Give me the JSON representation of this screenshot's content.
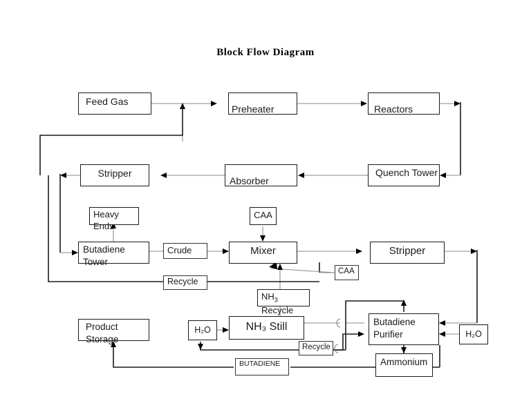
{
  "title": "Block  Flow Diagram",
  "blocks": [
    {
      "name": "feed-gas",
      "label": "Feed Gas"
    },
    {
      "name": "preheater",
      "label": "Preheater"
    },
    {
      "name": "reactors",
      "label": "Reactors"
    },
    {
      "name": "stripper-top",
      "label": "Stripper"
    },
    {
      "name": "absorber",
      "label": "Absorber"
    },
    {
      "name": "quench-tower",
      "label": "Quench Tower"
    },
    {
      "name": "heavy-ends",
      "label": "Heavy Ends"
    },
    {
      "name": "caa-top",
      "label": "CAA"
    },
    {
      "name": "butadiene-tower",
      "label": "Butadiene Tower"
    },
    {
      "name": "mixer",
      "label": "Mixer"
    },
    {
      "name": "stripper-mid",
      "label": "Stripper"
    },
    {
      "name": "nh3-recycle",
      "label": "NH3 Recycle"
    },
    {
      "name": "product-storage",
      "label": "Product Storage"
    },
    {
      "name": "water-left",
      "label": "H₂O"
    },
    {
      "name": "nh3-still",
      "label": "NH₃ Still"
    },
    {
      "name": "butadiene-purifier",
      "label": "Butadiene Purifier"
    },
    {
      "name": "water-right",
      "label": "H₂O"
    },
    {
      "name": "ammonium",
      "label": "Ammonium"
    }
  ],
  "stream_labels": [
    {
      "name": "crude",
      "label": "Crude"
    },
    {
      "name": "caa-mid",
      "label": "CAA"
    },
    {
      "name": "recycle-mid",
      "label": "Recycle"
    },
    {
      "name": "recycle-bottom",
      "label": "Recycle"
    },
    {
      "name": "butadiene-bottom",
      "label": "BUTADIENE"
    }
  ]
}
